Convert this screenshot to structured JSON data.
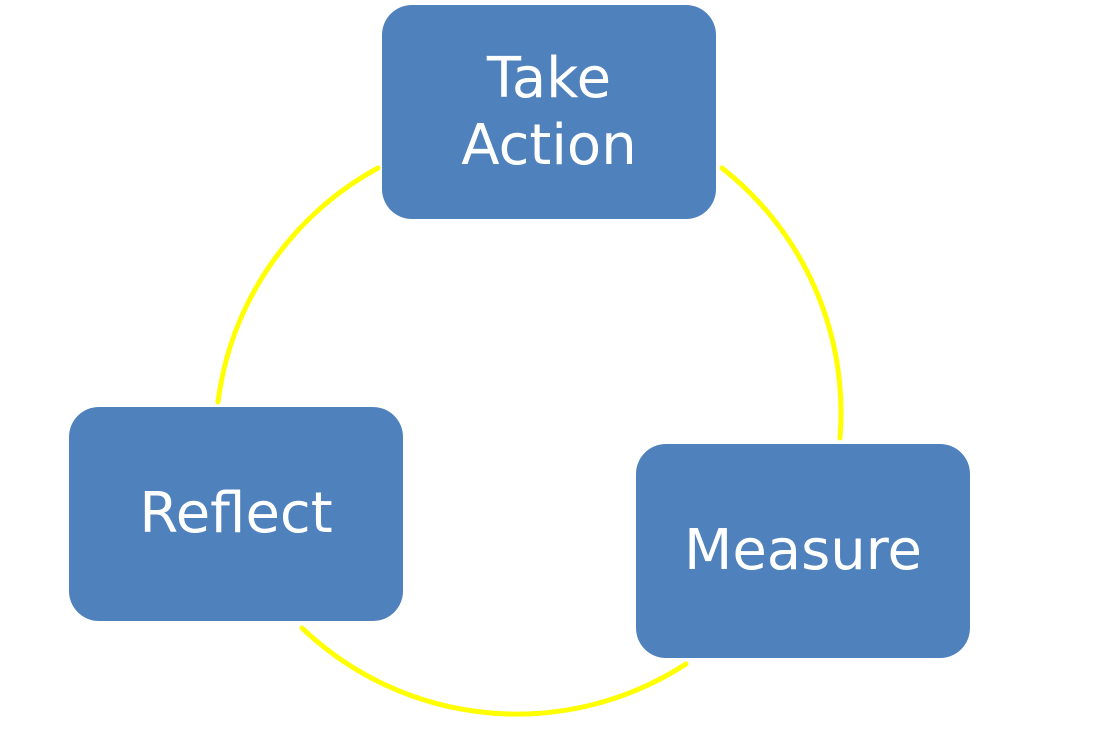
{
  "diagram": {
    "node_color": "#4F81BD",
    "connector_color": "#FFFF00",
    "text_color": "#FFFFFF",
    "nodes": [
      {
        "id": "take-action",
        "label": "Take\nAction"
      },
      {
        "id": "measure",
        "label": "Measure"
      },
      {
        "id": "reflect",
        "label": "Reflect"
      }
    ],
    "cycle": [
      "take-action",
      "measure",
      "reflect"
    ]
  }
}
